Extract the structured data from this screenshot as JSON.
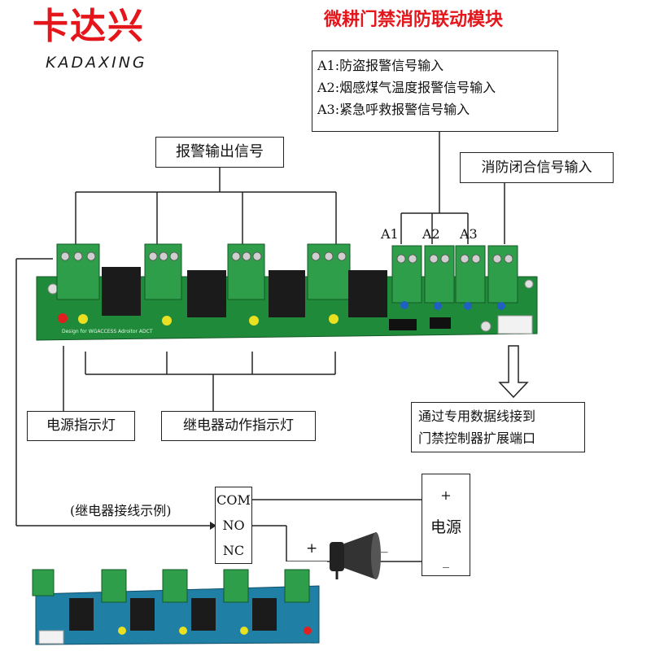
{
  "logo": {
    "chinese": "卡达兴",
    "english": "KADAXING"
  },
  "title": "微耕门禁消防联动模块",
  "inputs_box": {
    "lines": [
      "A1:防盗报警信号输入",
      "A2:烟感煤气温度报警信号输入",
      "A3:紧急呼救报警信号输入"
    ]
  },
  "alarm_output_label": "报警输出信号",
  "fire_input_label": "消防闭合信号输入",
  "channel_labels": [
    "A1",
    "A2",
    "A3"
  ],
  "power_led_label": "电源指示灯",
  "relay_led_label": "继电器动作指示灯",
  "data_line_label": [
    "通过专用数据线接到",
    "门禁控制器扩展端口"
  ],
  "wiring_example_label": "(继电器接线示例)",
  "terminals": [
    "COM",
    "NO",
    "NC"
  ],
  "power_source": {
    "plus": "+",
    "label": "电源",
    "minus": "_"
  },
  "siren_signs": {
    "plus": "+",
    "minus": "_"
  },
  "board_silkscreen": "Design for WGACCESS Adroitor ADCT",
  "colors": {
    "title_red": "#e4161b",
    "board_green": "#1f8a3a",
    "terminal_green": "#2e9e4a",
    "relay_black": "#1b1b1b"
  }
}
